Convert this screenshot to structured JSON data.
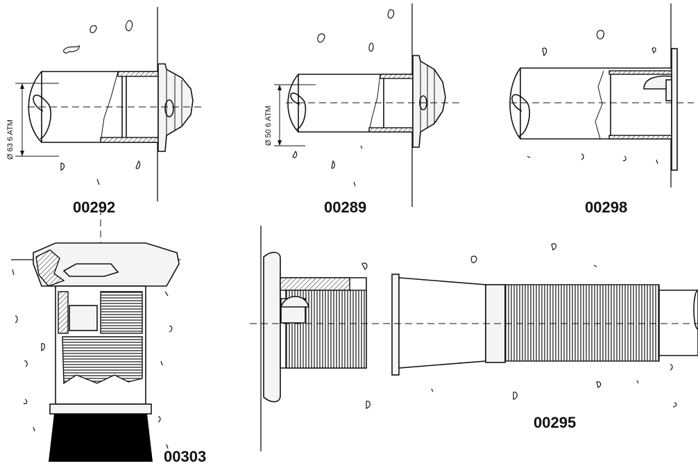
{
  "figures": [
    {
      "id": "fitting-1",
      "code": "00292",
      "dimension": "Ø 63 6 ATM"
    },
    {
      "id": "fitting-2",
      "code": "00289",
      "dimension": "Ø 50 6 ATM"
    },
    {
      "id": "fitting-3",
      "code": "00298"
    },
    {
      "id": "fitting-4",
      "code": "00303"
    },
    {
      "id": "fitting-5",
      "code": "00295"
    }
  ]
}
